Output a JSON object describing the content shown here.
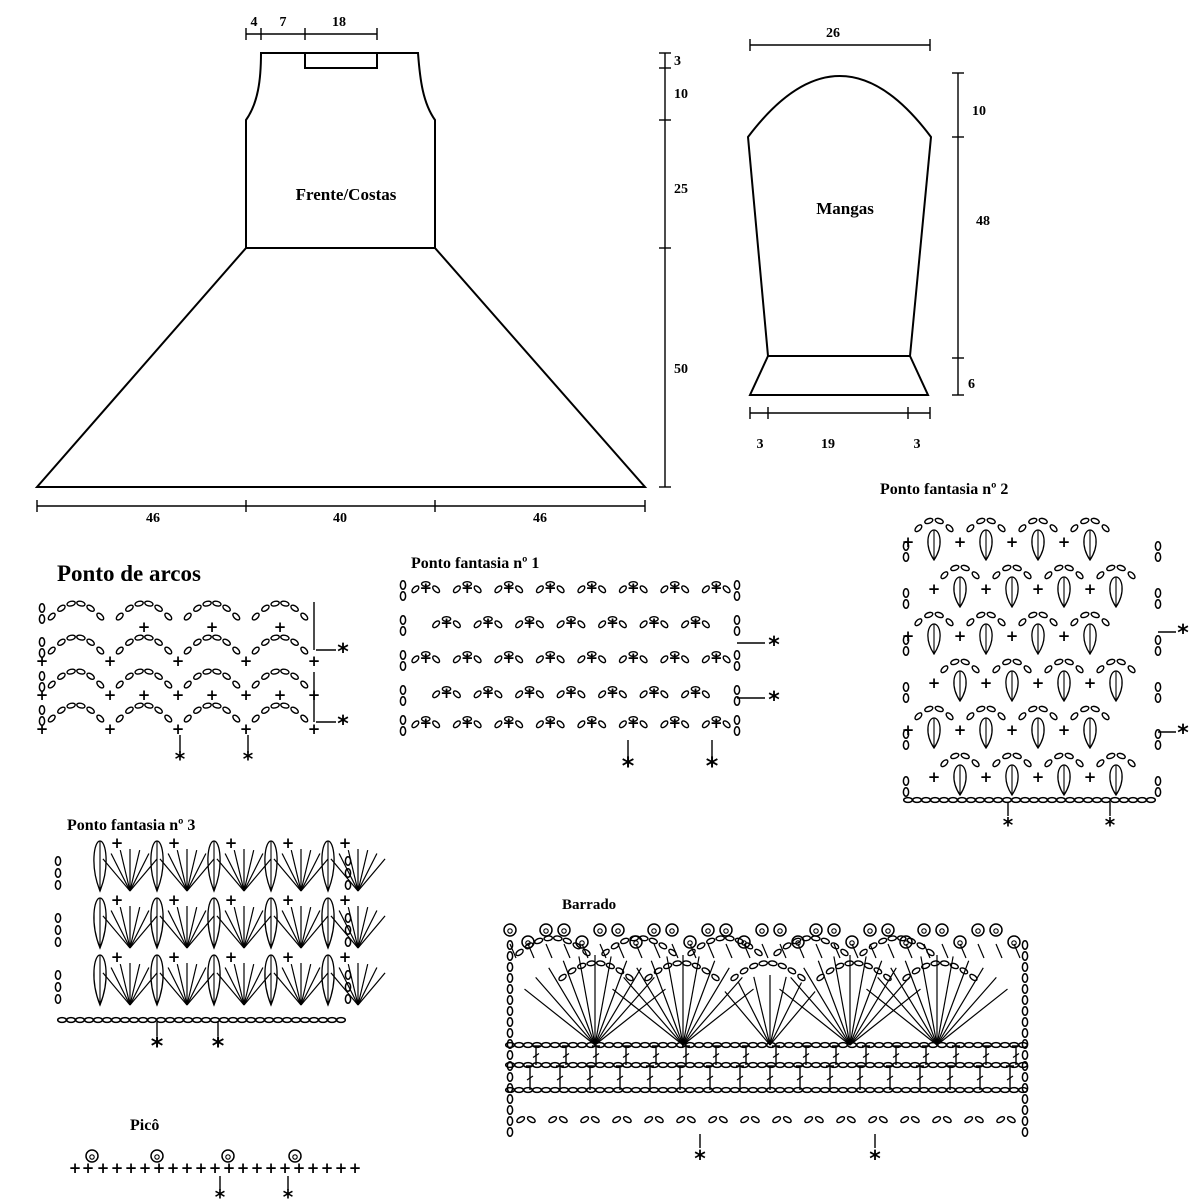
{
  "front_back": {
    "label": "Frente/Costas",
    "top": [
      "4",
      "7",
      "18"
    ],
    "right": [
      "3",
      "10",
      "25",
      "50"
    ],
    "bottom": [
      "46",
      "40",
      "46"
    ]
  },
  "sleeve": {
    "label": "Mangas",
    "top": "26",
    "right": [
      "10",
      "48",
      "6"
    ],
    "bottom": [
      "3",
      "19",
      "3"
    ]
  },
  "charts": {
    "arcos": "Ponto de arcos",
    "fantasia1": "Ponto fantasia nº 1",
    "fantasia2": "Ponto fantasia nº 2",
    "fantasia3": "Ponto fantasia nº 3",
    "barrado": "Barrado",
    "pico": "Picô"
  },
  "symbols": {
    "repeat": "*",
    "sc": "+",
    "ch": "0"
  }
}
